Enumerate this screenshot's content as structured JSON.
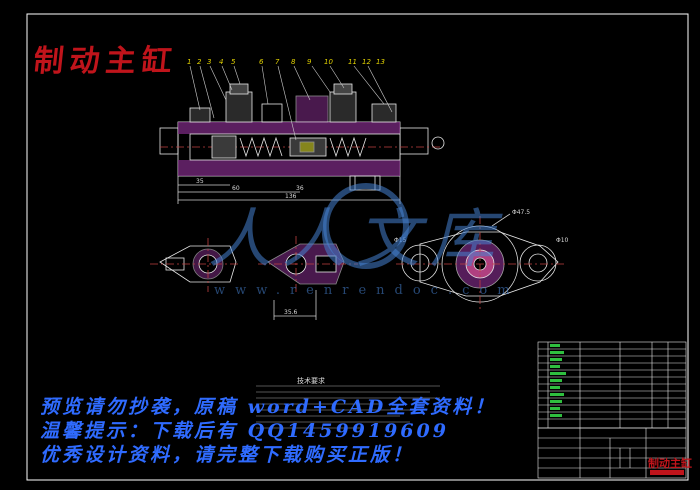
{
  "drawing": {
    "title": "制动主缸",
    "notes_title": "技术要求",
    "dimensions": {
      "overall_length": "136",
      "dim_a": "60",
      "dim_b": "35",
      "dim_c": "36",
      "left_view_width": "35.6",
      "dia_left": "Φ15",
      "dia_right": "Φ10",
      "pitch_circle": "Φ47.5"
    },
    "part_balloons": [
      "1",
      "2",
      "3",
      "4",
      "5",
      "6",
      "7",
      "8",
      "9",
      "10",
      "11",
      "12",
      "13"
    ]
  },
  "watermark": {
    "brand": "人人文库",
    "url": "www.renrendoc.com"
  },
  "promo": {
    "line1": "预览请勿抄袭，原稿 word+CAD全套资料！",
    "line2": "温馨提示：下载后有  QQ1459919609",
    "line3": "优秀设计资料，请完整下载购买正版！"
  },
  "title_block": {
    "title": "制动主缸"
  },
  "colors": {
    "background": "#000000",
    "outline": "#e8e8e8",
    "hatch": "#c04cc8",
    "centerline": "#c04040",
    "title_red": "#c0141b",
    "promo_blue": "#2f6bff",
    "yellow_dims": "#e0d000",
    "frame": "#ffffff"
  }
}
